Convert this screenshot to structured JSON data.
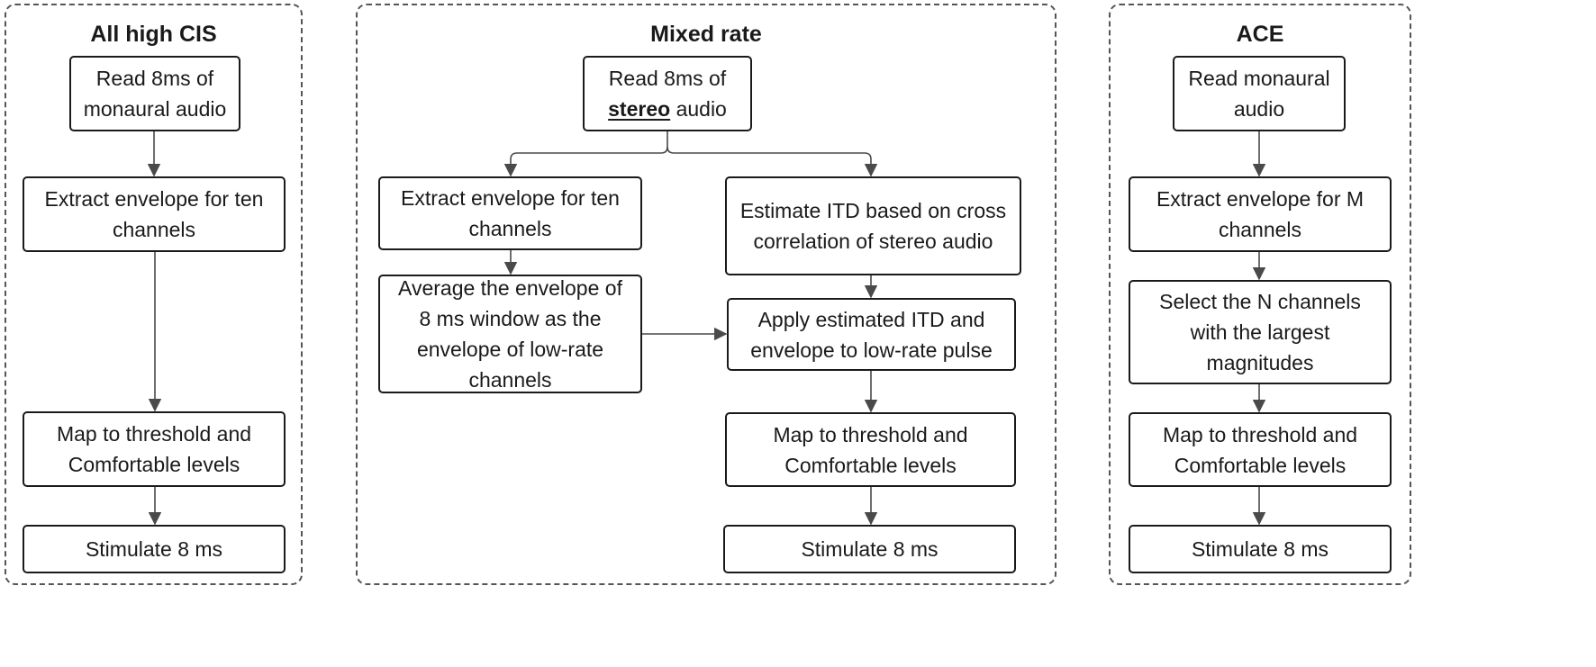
{
  "panels": [
    {
      "title": "All high CIS",
      "steps": {
        "read": {
          "lines": [
            "Read 8ms of",
            "monaural audio"
          ]
        },
        "extract": {
          "lines": [
            "Extract envelope for ten",
            "channels"
          ]
        },
        "map": {
          "lines": [
            "Map to threshold and",
            "Comfortable levels"
          ]
        },
        "stimulate": {
          "lines": [
            "Stimulate 8 ms"
          ]
        }
      }
    },
    {
      "title": "Mixed rate",
      "steps": {
        "read": {
          "pre": "Read 8ms of",
          "emph": "stereo",
          "post": " audio"
        },
        "extract": {
          "lines": [
            "Extract envelope for ten",
            "channels"
          ]
        },
        "average": {
          "lines": [
            "Average the envelope of",
            "8 ms window as the",
            "envelope of low-rate",
            "channels"
          ]
        },
        "estimate": {
          "lines": [
            "Estimate ITD based on cross",
            "correlation of stereo audio"
          ]
        },
        "apply": {
          "lines": [
            "Apply estimated ITD and",
            "envelope to low-rate pulse"
          ]
        },
        "map": {
          "lines": [
            "Map to threshold and",
            "Comfortable levels"
          ]
        },
        "stimulate": {
          "lines": [
            "Stimulate 8 ms"
          ]
        }
      }
    },
    {
      "title": "ACE",
      "steps": {
        "read": {
          "lines": [
            "Read monaural",
            "audio"
          ]
        },
        "extract": {
          "lines": [
            "Extract envelope for M",
            "channels"
          ]
        },
        "select": {
          "lines": [
            "Select the N channels",
            "with the largest",
            "magnitudes"
          ]
        },
        "map": {
          "lines": [
            "Map to threshold and",
            "Comfortable levels"
          ]
        },
        "stimulate": {
          "lines": [
            "Stimulate 8 ms"
          ]
        }
      }
    }
  ]
}
